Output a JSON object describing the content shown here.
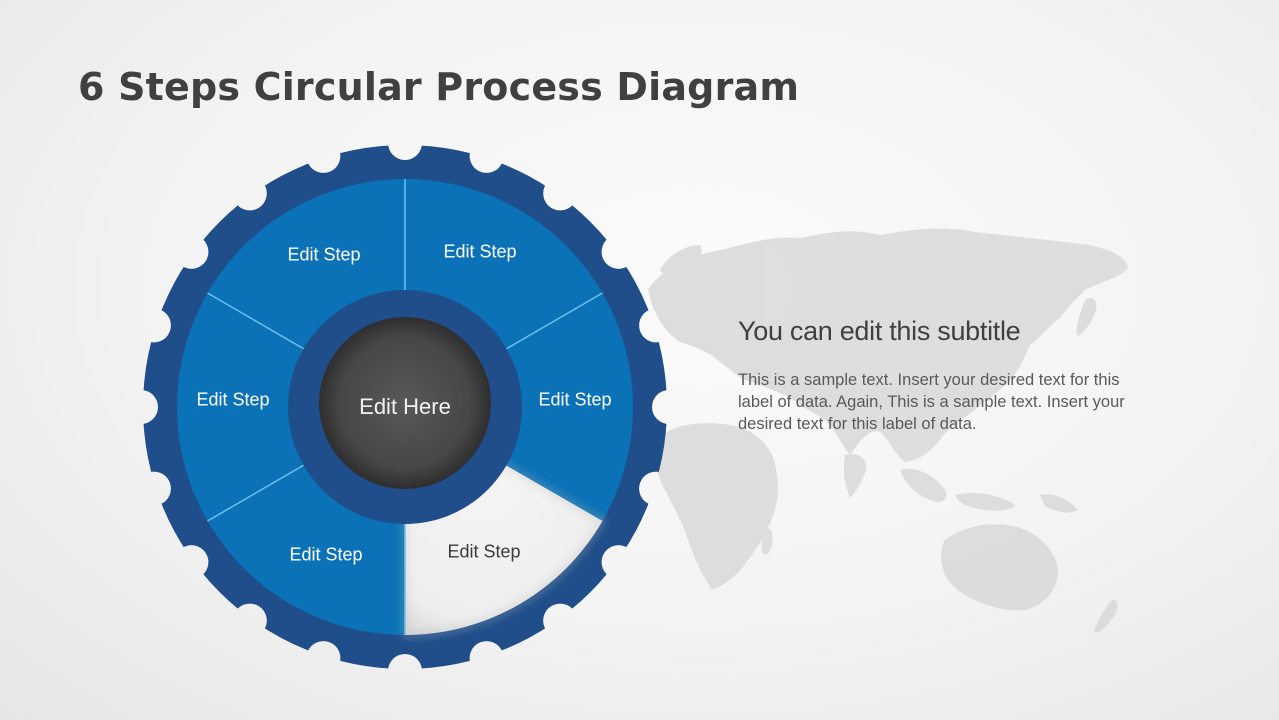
{
  "slide": {
    "title": "6 Steps Circular Process Diagram"
  },
  "diagram": {
    "center_label": "Edit Here",
    "steps": [
      {
        "label": "Edit Step",
        "position": "top-left"
      },
      {
        "label": "Edit Step",
        "position": "top-right"
      },
      {
        "label": "Edit Step",
        "position": "right"
      },
      {
        "label": "Edit Step",
        "position": "bottom-right",
        "highlighted": true
      },
      {
        "label": "Edit Step",
        "position": "bottom-left"
      },
      {
        "label": "Edit Step",
        "position": "left"
      }
    ],
    "colors": {
      "gear_outer": "#1f4e8a",
      "segment_fill": "#0b72b7",
      "divider": "#6cc1f0",
      "highlight_segment": "#f2f2f2",
      "center_circle": "#404040",
      "inner_ring": "#1f4e8a"
    }
  },
  "text_panel": {
    "subtitle": "You can edit this subtitle",
    "body": "This is a sample text. Insert your desired text for this label of data. Again, This is a sample text. Insert your desired text for this label of data."
  },
  "background": {
    "decoration": "world-map-icon"
  }
}
